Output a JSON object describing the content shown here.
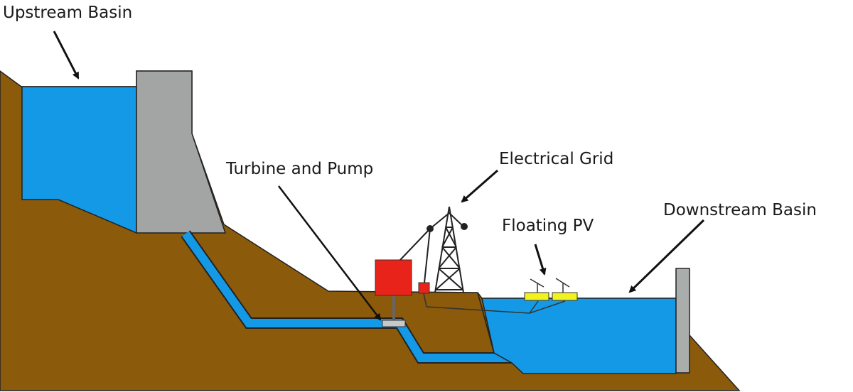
{
  "labels": {
    "upstream": "Upstream Basin",
    "turbine": "Turbine and Pump",
    "grid": "Electrical Grid",
    "pv": "Floating PV",
    "downstream": "Downstream Basin"
  },
  "colors": {
    "ground": "#8B5A0B",
    "water": "#1499E6",
    "dam": "#A3A5A4",
    "power_house": "#E8231A",
    "pv_panel": "#F2F21E",
    "outline": "#222222"
  }
}
